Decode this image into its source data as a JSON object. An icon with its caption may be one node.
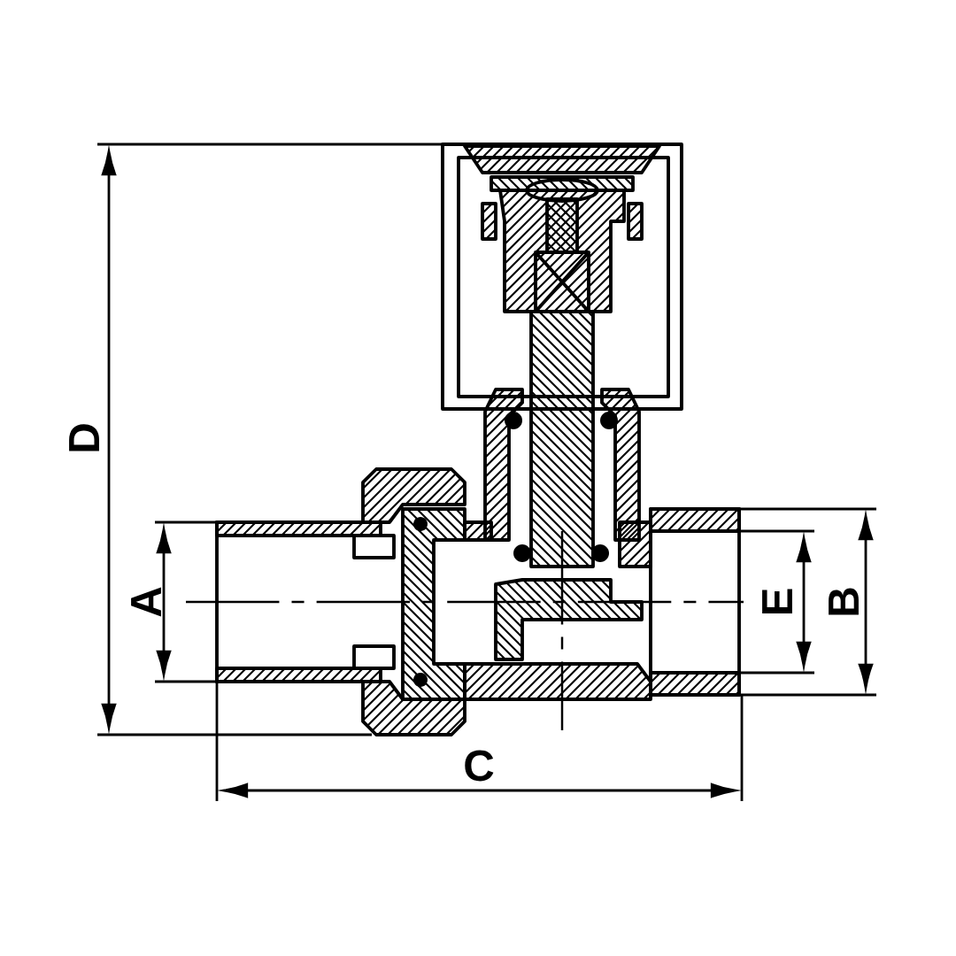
{
  "diagram": {
    "labels": [
      "D",
      "A",
      "E",
      "B",
      "C"
    ]
  }
}
